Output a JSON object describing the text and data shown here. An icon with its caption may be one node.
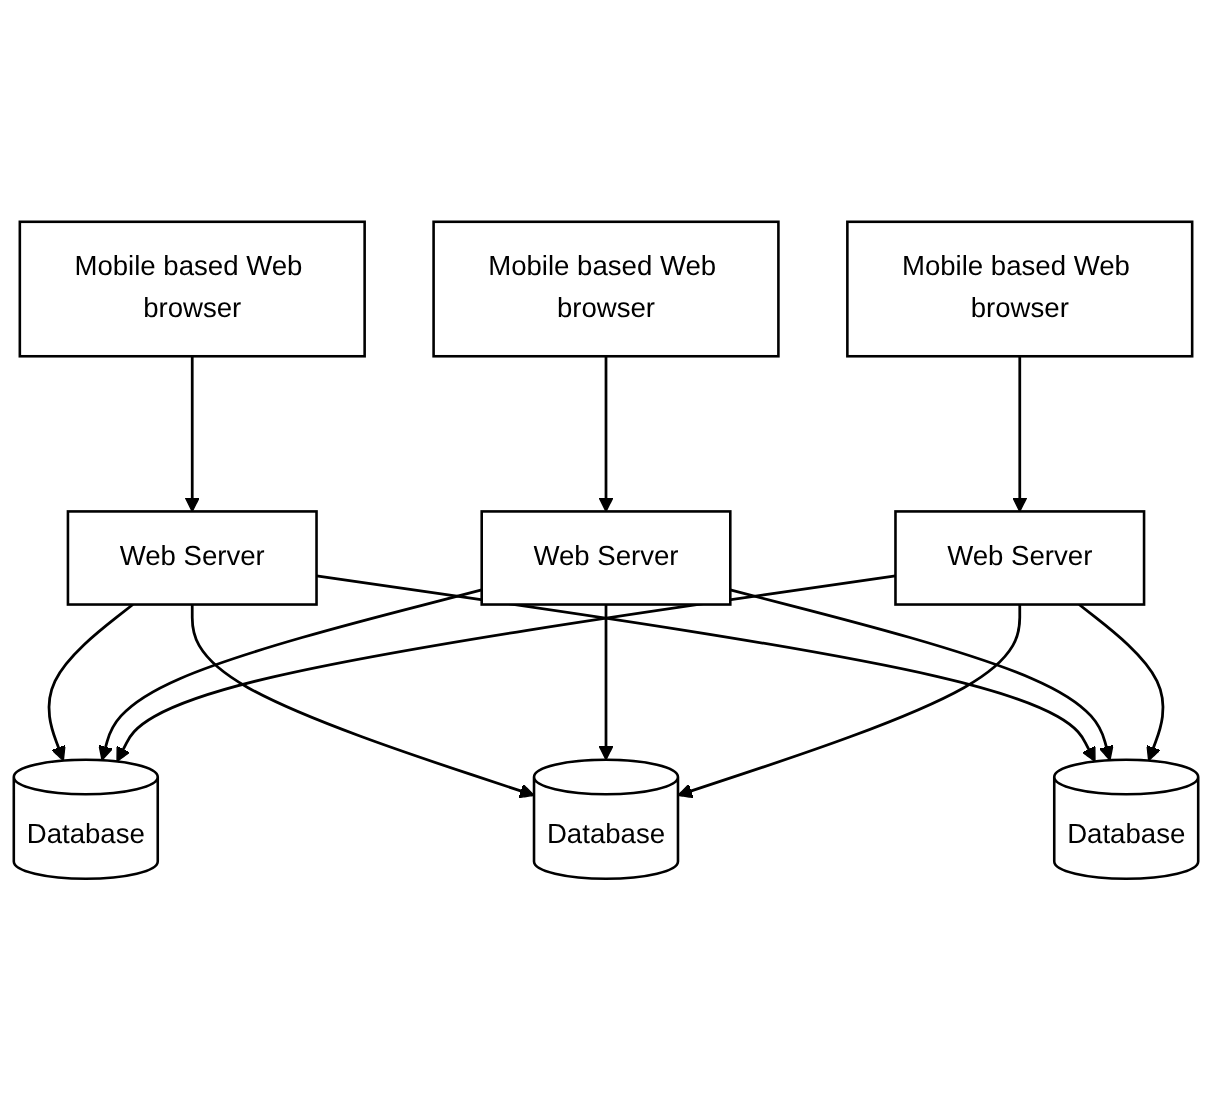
{
  "diagram": {
    "nodes": [
      {
        "text": [
          "Mobile based Web browser"
        ]
      },
      {
        "text": [
          "Web Server"
        ]
      },
      {
        "text": [
          "Database"
        ]
      },
      {
        "text": [
          "Mobile based Web browser"
        ]
      },
      {
        "text": [
          "Web Server"
        ]
      },
      {
        "text": [
          "Database"
        ]
      },
      {
        "text": [
          "Mobile based Web browser"
        ]
      },
      {
        "text": [
          "Web Server"
        ]
      },
      {
        "text": [
          "Database"
        ]
      }
    ],
    "edges": [
      {
        "from": 0,
        "to": 1,
        "arrow": "to"
      },
      {
        "from": 1,
        "to": 2,
        "arrow": "to"
      },
      {
        "from": 1,
        "to": 5,
        "arrow": "to"
      },
      {
        "from": 1,
        "to": 8,
        "arrow": "to"
      },
      {
        "from": 3,
        "to": 4,
        "arrow": "to"
      },
      {
        "from": 4,
        "to": 2,
        "arrow": "to"
      },
      {
        "from": 4,
        "to": 5,
        "arrow": "to"
      },
      {
        "from": 4,
        "to": 8,
        "arrow": "to"
      },
      {
        "from": 6,
        "to": 7,
        "arrow": "to"
      },
      {
        "from": 7,
        "to": 2,
        "arrow": "to"
      },
      {
        "from": 7,
        "to": 5,
        "arrow": "to"
      },
      {
        "from": 7,
        "to": 8,
        "arrow": "to"
      }
    ]
  }
}
